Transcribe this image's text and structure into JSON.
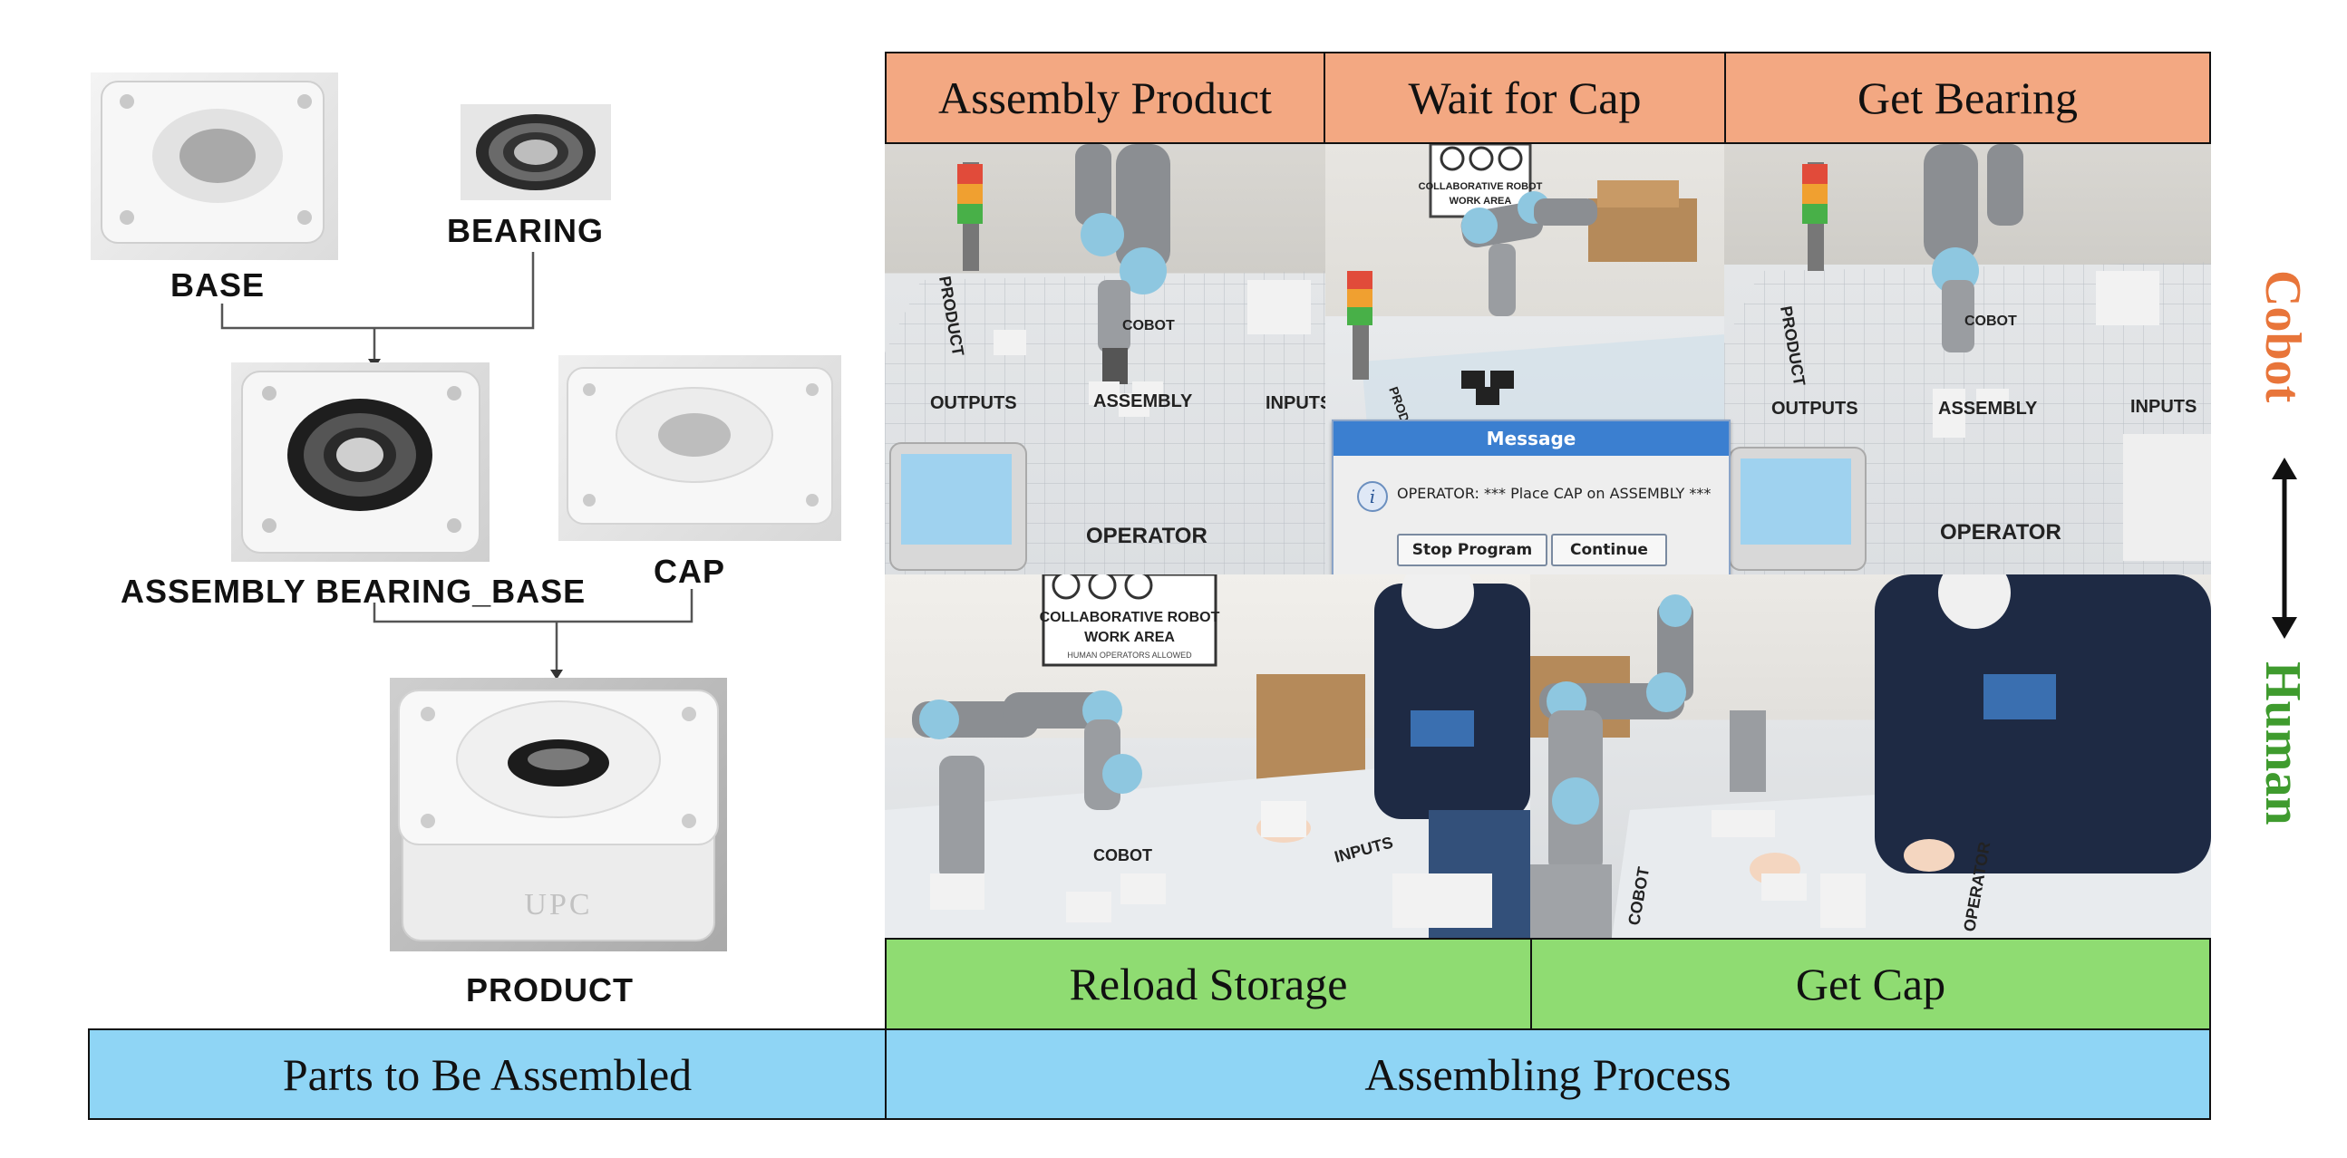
{
  "parts": {
    "base": "BASE",
    "bearing": "BEARING",
    "assembly": "ASSEMBLY BEARING_BASE",
    "cap": "CAP",
    "product": "PRODUCT",
    "product_engraving": "UPC"
  },
  "process": {
    "cobot_steps": [
      "Assembly Product",
      "Wait for Cap",
      "Get Bearing"
    ],
    "human_steps": [
      "Reload Storage",
      "Get Cap"
    ]
  },
  "bottom": {
    "left_label": "Parts to Be Assembled",
    "right_label": "Assembling Process"
  },
  "side": {
    "cobot_label": "Cobot",
    "human_label": "Human",
    "cobot_color": "#e8753a",
    "human_color": "#3f9b2e"
  },
  "scene_text": {
    "product": "PRODUCT",
    "cobot": "COBOT",
    "outputs": "OUTPUTS",
    "assembly": "ASSEMBLY",
    "inputs": "INPUTS",
    "operator": "OPERATOR",
    "sign_line1": "COLLABORATIVE ROBOT",
    "sign_line2": "WORK AREA",
    "sign_line3": "HUMAN OPERATORS ALLOWED"
  },
  "dialog": {
    "title": "Message",
    "message": "OPERATOR: *** Place CAP on ASSEMBLY ***",
    "buttons": [
      "Stop Program",
      "Continue"
    ]
  },
  "colors": {
    "cobot_header": "#f3a882",
    "human_header": "#8fdc72",
    "section_header": "#8fd5f5"
  }
}
